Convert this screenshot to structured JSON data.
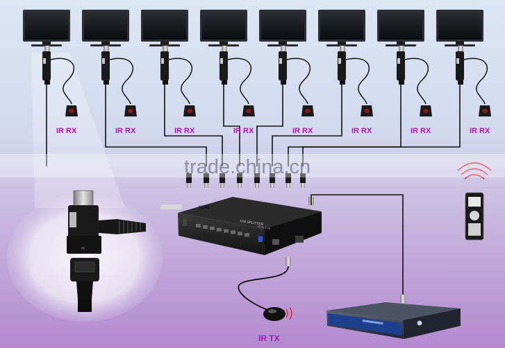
{
  "tvs": [
    {
      "ir_label": "IR RX"
    },
    {
      "ir_label": "IR RX"
    },
    {
      "ir_label": "IR RX"
    },
    {
      "ir_label": "IR RX"
    },
    {
      "ir_label": "IR RX"
    },
    {
      "ir_label": "IR RX"
    },
    {
      "ir_label": "IR RX"
    },
    {
      "ir_label": "IR RX"
    }
  ],
  "splitter": {
    "brand": "HDMI",
    "model": "1X8 SPLITTER",
    "sub": "HDMI 1.4b"
  },
  "inset": {
    "port_label": "IR"
  },
  "ir_tx_label": "IR TX",
  "watermark": "trade.china.cn",
  "colors": {
    "label": "#a31cb0",
    "cable": "#111111",
    "splitter_body": "#1d1d1d",
    "player_front": "#1c3f8e"
  },
  "icons": [
    "tv-icon",
    "hdmi-adapter-icon",
    "ir-receiver-icon",
    "hdmi-splitter-icon",
    "ir-transmitter-icon",
    "remote-control-icon",
    "media-player-icon"
  ]
}
